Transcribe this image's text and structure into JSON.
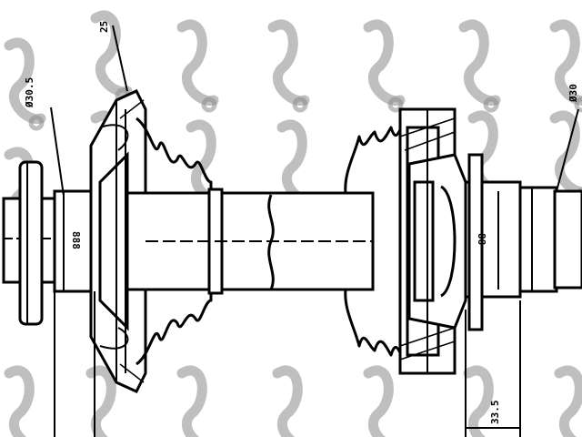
{
  "drawing": {
    "dimension_labels": {
      "left_diameter": "Ø30.5",
      "top_callout": "25",
      "right_diameter": "Ø30",
      "bottom_length": "33.5"
    },
    "watermark_color": "#8a8a8a",
    "line_color": "#000000",
    "background": "#ffffff"
  }
}
